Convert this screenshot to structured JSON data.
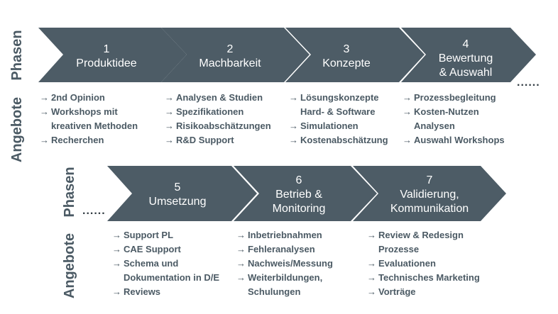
{
  "labels": {
    "phasen": "Phasen",
    "angebote": "Angebote"
  },
  "colors": {
    "chevron": "#4d5c66",
    "text": "#4b5a64"
  },
  "continuation": "......",
  "phases": [
    {
      "number": "1",
      "title": [
        "Produktidee"
      ]
    },
    {
      "number": "2",
      "title": [
        "Machbarkeit"
      ]
    },
    {
      "number": "3",
      "title": [
        "Konzepte"
      ]
    },
    {
      "number": "4",
      "title": [
        "Bewertung",
        "& Auswahl"
      ]
    },
    {
      "number": "5",
      "title": [
        "Umsetzung"
      ]
    },
    {
      "number": "6",
      "title": [
        "Betrieb &",
        "Monitoring"
      ]
    },
    {
      "number": "7",
      "title": [
        "Validierung,",
        "Kommunikation"
      ]
    }
  ],
  "offers": [
    [
      {
        "arrow": true,
        "text": "2nd Opinion"
      },
      {
        "arrow": true,
        "text": "Workshops mit"
      },
      {
        "arrow": false,
        "text": "kreativen Methoden"
      },
      {
        "arrow": true,
        "text": "Recherchen"
      }
    ],
    [
      {
        "arrow": true,
        "text": "Analysen & Studien"
      },
      {
        "arrow": true,
        "text": "Spezifikationen"
      },
      {
        "arrow": true,
        "text": "Risikoabschätzungen"
      },
      {
        "arrow": true,
        "text": "R&D Support"
      }
    ],
    [
      {
        "arrow": true,
        "text": "Lösungskonzepte"
      },
      {
        "arrow": false,
        "text": "Hard- & Software"
      },
      {
        "arrow": true,
        "text": "Simulationen"
      },
      {
        "arrow": true,
        "text": "Kostenabschätzung"
      }
    ],
    [
      {
        "arrow": true,
        "text": "Prozessbegleitung"
      },
      {
        "arrow": true,
        "text": "Kosten-Nutzen"
      },
      {
        "arrow": false,
        "text": "Analysen"
      },
      {
        "arrow": true,
        "text": "Auswahl Workshops"
      }
    ],
    [
      {
        "arrow": true,
        "text": "Support PL"
      },
      {
        "arrow": true,
        "text": "CAE Support"
      },
      {
        "arrow": true,
        "text": "Schema und"
      },
      {
        "arrow": false,
        "text": "Dokumentation in D/E"
      },
      {
        "arrow": true,
        "text": "Reviews"
      }
    ],
    [
      {
        "arrow": true,
        "text": "Inbetriebnahmen"
      },
      {
        "arrow": true,
        "text": "Fehleranalysen"
      },
      {
        "arrow": true,
        "text": "Nachweis/Messung"
      },
      {
        "arrow": true,
        "text": "Weiterbildungen,"
      },
      {
        "arrow": false,
        "text": "Schulungen"
      }
    ],
    [
      {
        "arrow": true,
        "text": "Review & Redesign"
      },
      {
        "arrow": false,
        "text": "Prozesse"
      },
      {
        "arrow": true,
        "text": "Evaluationen"
      },
      {
        "arrow": true,
        "text": "Technisches Marketing"
      },
      {
        "arrow": true,
        "text": "Vorträge"
      }
    ]
  ]
}
